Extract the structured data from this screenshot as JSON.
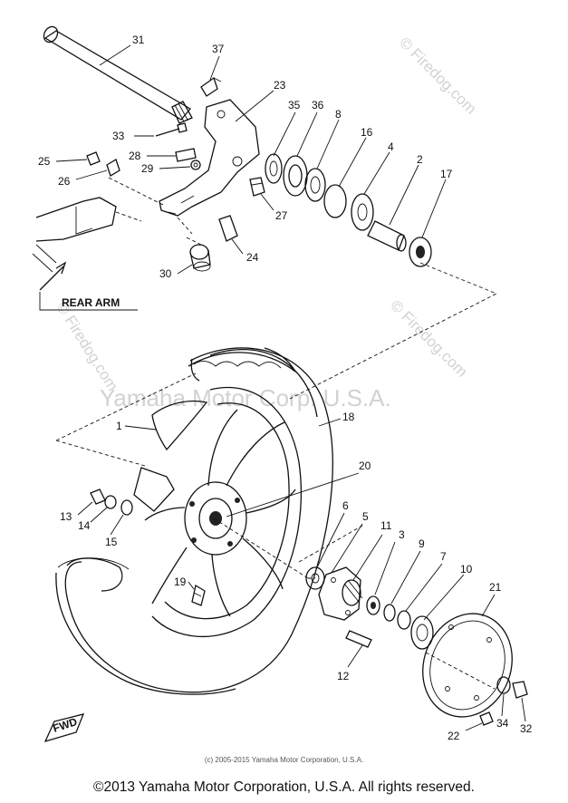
{
  "diagram": {
    "watermarks": {
      "top_right": "© Firedog.com",
      "left": "© Firedog.com",
      "center": "Yamaha Motor Corp. U.S.A.",
      "right": "© Firedog.com"
    },
    "labels": {
      "rear_arm": "REAR ARM",
      "fwd": "FWD"
    },
    "parts": [
      {
        "id": "p31",
        "label": "31"
      },
      {
        "id": "p37",
        "label": "37"
      },
      {
        "id": "p23",
        "label": "23"
      },
      {
        "id": "p35",
        "label": "35"
      },
      {
        "id": "p36",
        "label": "36"
      },
      {
        "id": "p8a",
        "label": "8"
      },
      {
        "id": "p16",
        "label": "16"
      },
      {
        "id": "p4",
        "label": "4"
      },
      {
        "id": "p2",
        "label": "2"
      },
      {
        "id": "p17",
        "label": "17"
      },
      {
        "id": "p33",
        "label": "33"
      },
      {
        "id": "p25",
        "label": "25"
      },
      {
        "id": "p28",
        "label": "28"
      },
      {
        "id": "p29",
        "label": "29"
      },
      {
        "id": "p26",
        "label": "26"
      },
      {
        "id": "p27",
        "label": "27"
      },
      {
        "id": "p24",
        "label": "24"
      },
      {
        "id": "p30",
        "label": "30"
      },
      {
        "id": "p18",
        "label": "18"
      },
      {
        "id": "p1",
        "label": "1"
      },
      {
        "id": "p20",
        "label": "20"
      },
      {
        "id": "p13",
        "label": "13"
      },
      {
        "id": "p14",
        "label": "14"
      },
      {
        "id": "p15",
        "label": "15"
      },
      {
        "id": "p6",
        "label": "6"
      },
      {
        "id": "p5",
        "label": "5"
      },
      {
        "id": "p11",
        "label": "11"
      },
      {
        "id": "p3",
        "label": "3"
      },
      {
        "id": "p9",
        "label": "9"
      },
      {
        "id": "p7",
        "label": "7"
      },
      {
        "id": "p10",
        "label": "10"
      },
      {
        "id": "p21",
        "label": "21"
      },
      {
        "id": "p19",
        "label": "19"
      },
      {
        "id": "p12",
        "label": "12"
      },
      {
        "id": "p22",
        "label": "22"
      },
      {
        "id": "p34",
        "label": "34"
      },
      {
        "id": "p32",
        "label": "32"
      }
    ]
  },
  "copyright_small": "(c) 2005-2015 Yamaha Motor Corporation, U.S.A.",
  "footer": "©2013 Yamaha Motor Corporation, U.S.A. All rights reserved."
}
